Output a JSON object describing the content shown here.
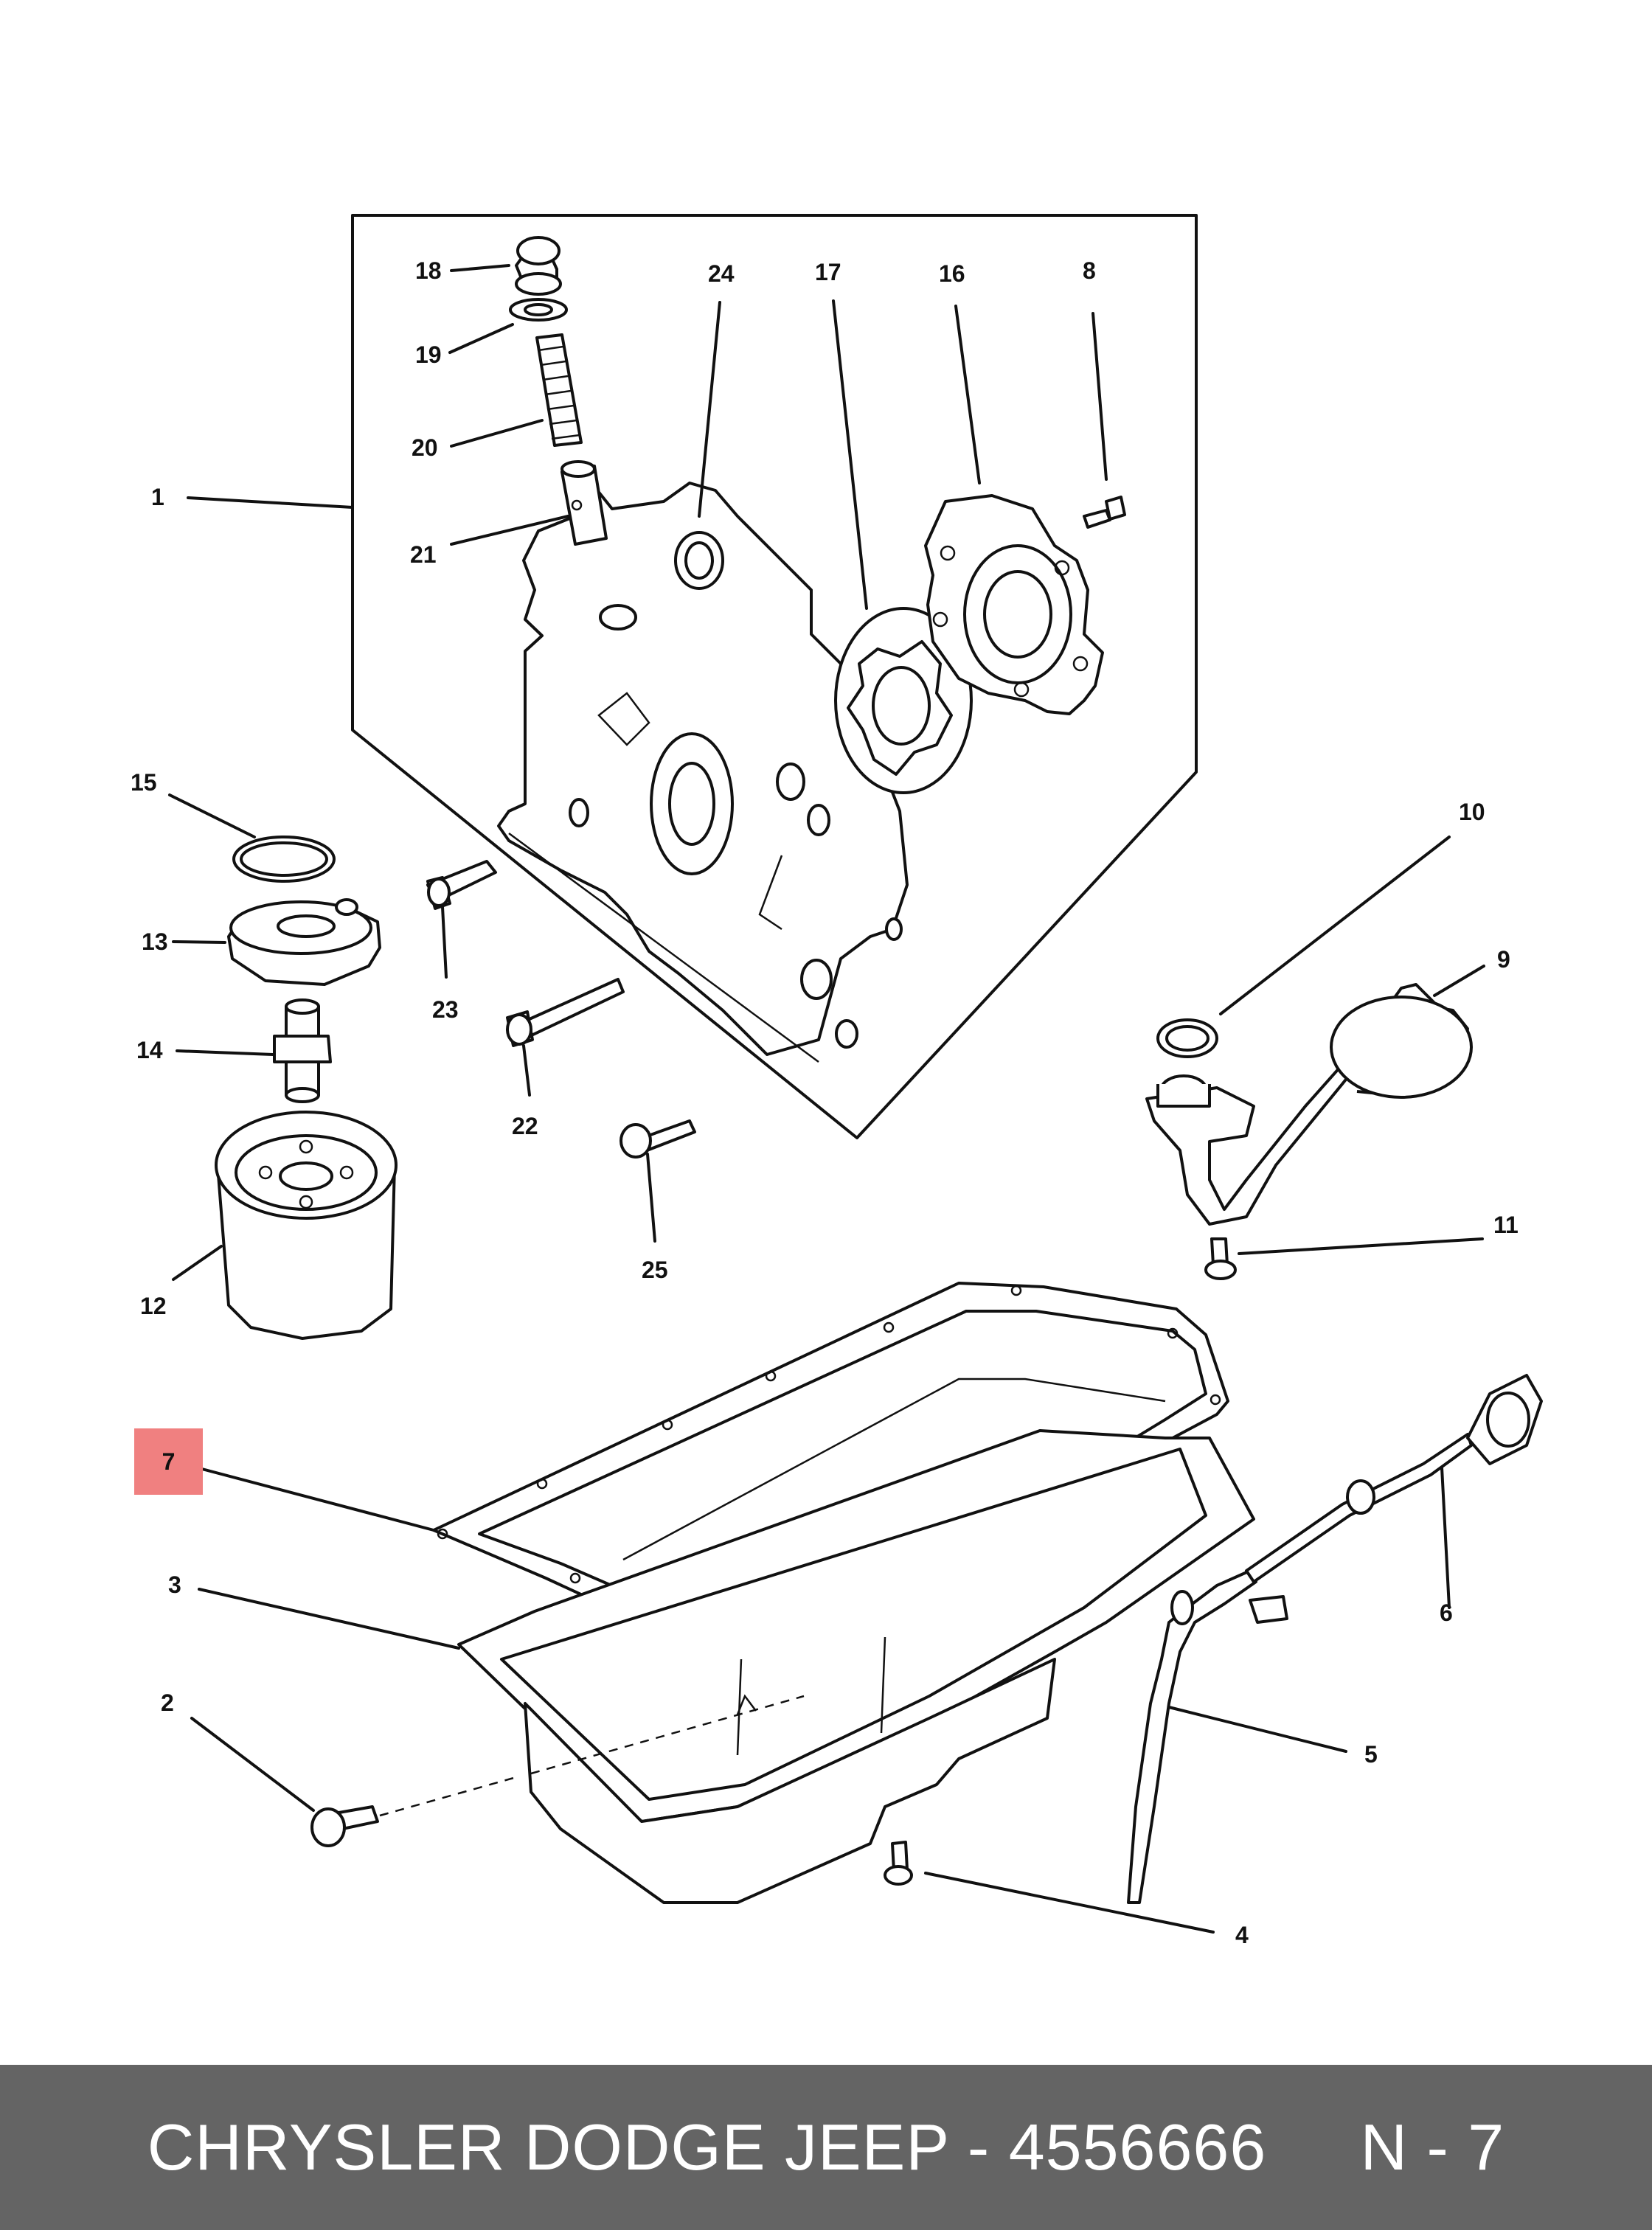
{
  "footer": {
    "brand": "CHRYSLER DODGE JEEP",
    "separator": " - ",
    "part_number": "4556666",
    "section": "N - 7"
  },
  "highlight": {
    "callout": "7",
    "color": "#f08080"
  },
  "callouts": {
    "c1": "1",
    "c2": "2",
    "c3": "3",
    "c4": "4",
    "c5": "5",
    "c6": "6",
    "c8": "8",
    "c9": "9",
    "c10": "10",
    "c11": "11",
    "c12": "12",
    "c13": "13",
    "c14": "14",
    "c15": "15",
    "c16": "16",
    "c17": "17",
    "c18": "18",
    "c19": "19",
    "c20": "20",
    "c21": "21",
    "c22": "22",
    "c23": "23",
    "c24": "24",
    "c25": "25"
  }
}
